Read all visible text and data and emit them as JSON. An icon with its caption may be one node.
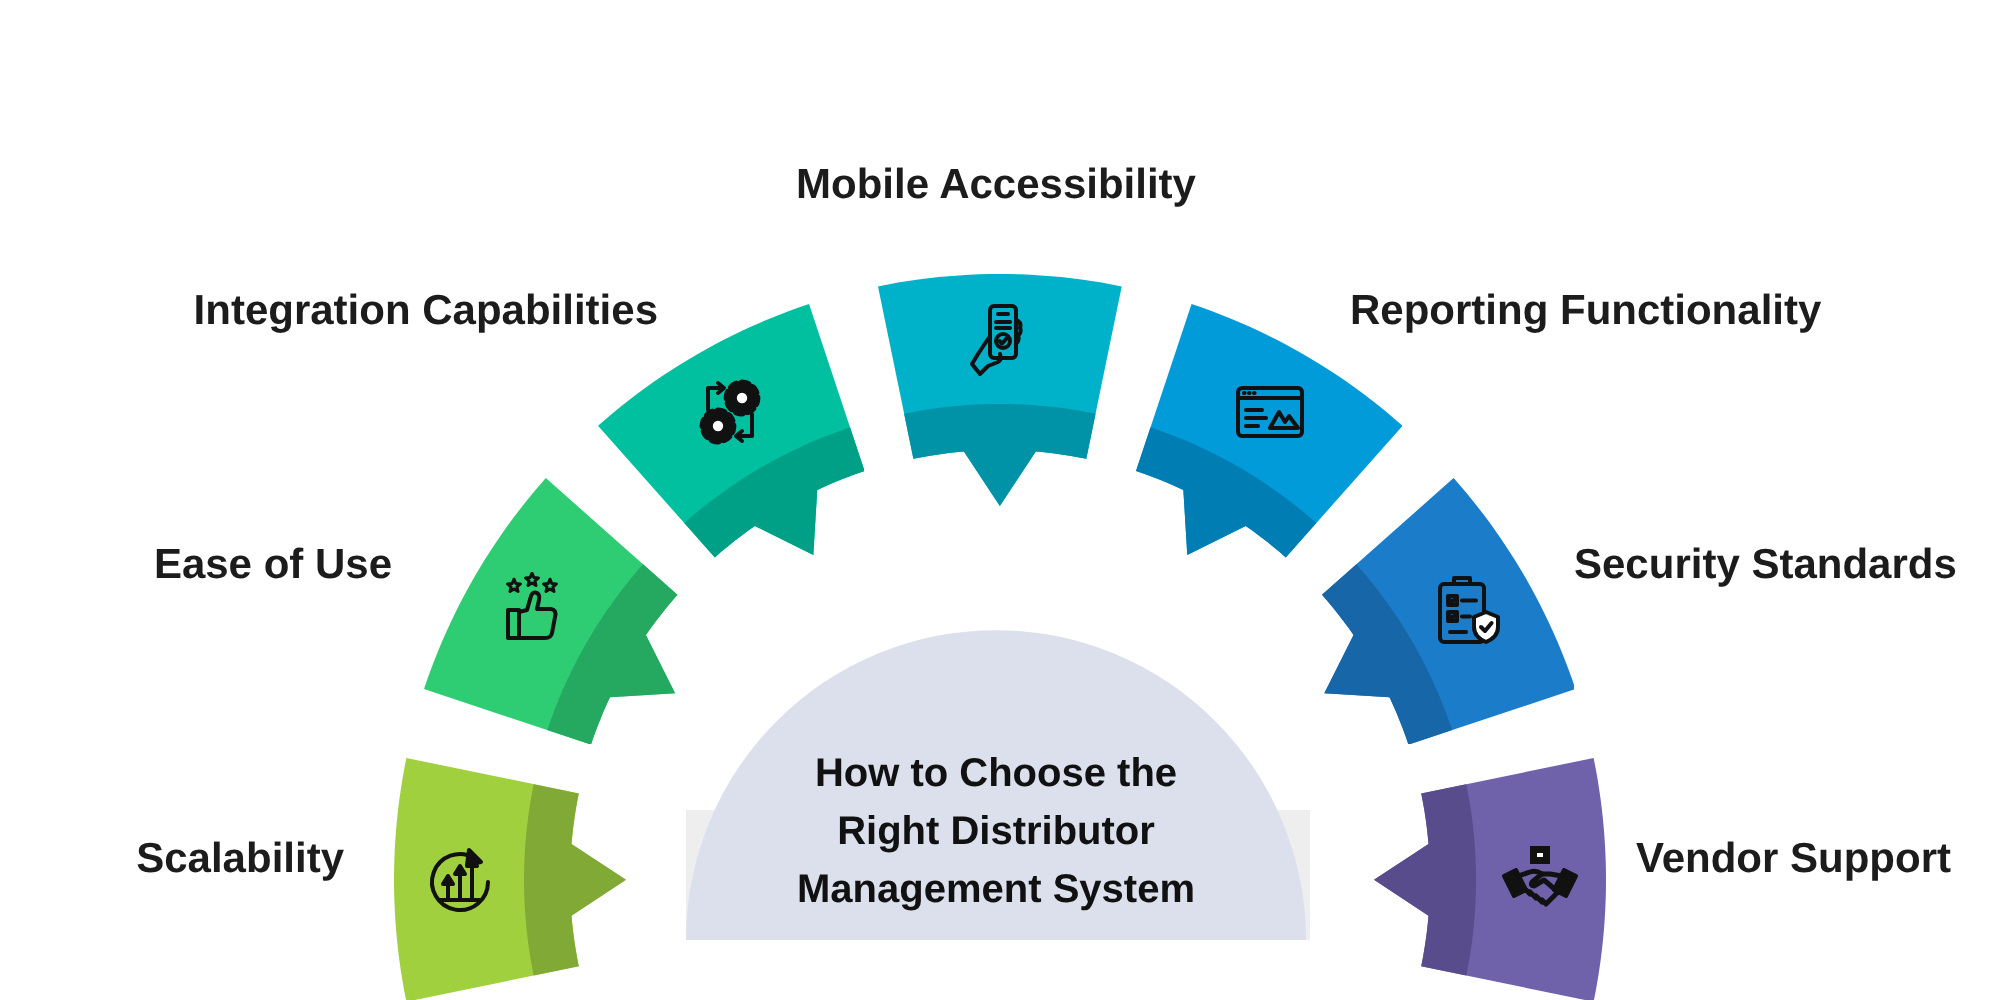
{
  "diagram": {
    "nodes": [
      {
        "text": [
          "How to Choose the Right Distributor Management System"
        ]
      },
      {
        "text": [
          "Scalability"
        ]
      },
      {
        "text": [
          "Ease of Use"
        ]
      },
      {
        "text": [
          "Integration Capabilities"
        ]
      },
      {
        "text": [
          "Mobile Accessibility"
        ]
      },
      {
        "text": [
          "Reporting Functionality"
        ]
      },
      {
        "text": [
          "Security Standards"
        ]
      },
      {
        "text": [
          "Vendor Support"
        ]
      }
    ]
  }
}
